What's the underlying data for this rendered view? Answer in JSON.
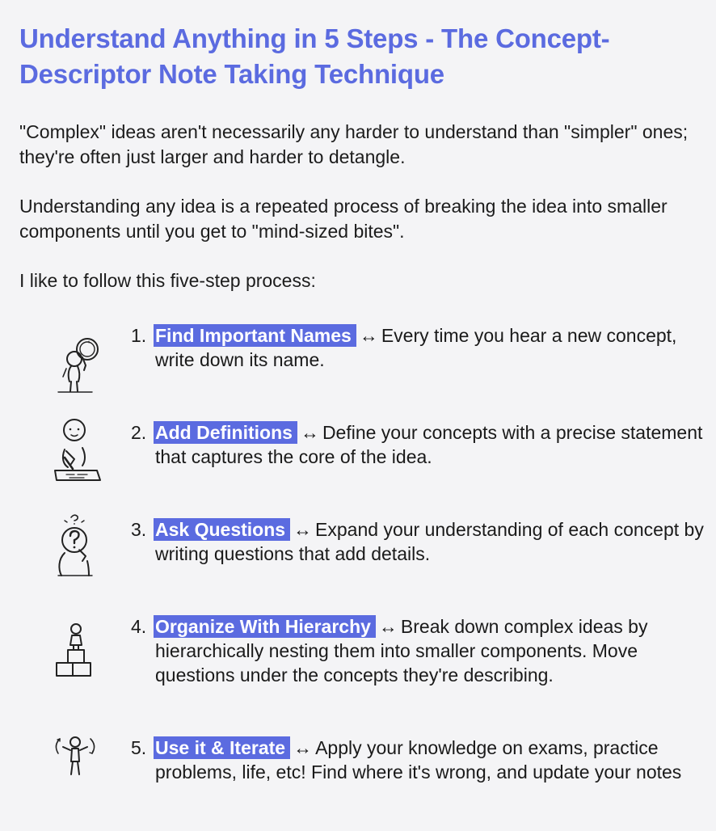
{
  "title": "Understand Anything in 5 Steps - The Concept-Descriptor Note Taking Technique",
  "paragraphs": [
    "\"Complex\" ideas aren't necessarily any harder to understand than \"simpler\" ones; they're often just larger and harder to detangle.",
    "Understanding any idea is a repeated process of breaking the idea into smaller components until you get to \"mind-sized bites\".",
    "I like to follow this five-step process:"
  ],
  "arrow_symbol": "↔",
  "steps": [
    {
      "number": "1.",
      "name": "Find Important Names",
      "description": "Every time you hear a new concept, write down its name.",
      "icon": "magnifying-glass-person-icon"
    },
    {
      "number": "2.",
      "name": "Add Definitions",
      "description": "Define your concepts with a precise statement that captures the core of the idea.",
      "icon": "writing-person-icon"
    },
    {
      "number": "3.",
      "name": "Ask Questions",
      "description": "Expand your understanding of each concept by writing questions that add details.",
      "icon": "thinking-question-person-icon"
    },
    {
      "number": "4.",
      "name": "Organize With Hierarchy",
      "description": "Break down complex ideas by hierarchically nesting them into smaller components. Move questions under the concepts they're describing.",
      "icon": "stacked-blocks-person-icon"
    },
    {
      "number": "5.",
      "name": "Use it & Iterate",
      "description": "Apply your knowledge on exams, practice problems, life, etc! Find where it's wrong, and update your notes",
      "icon": "iterate-arrows-person-icon"
    }
  ]
}
